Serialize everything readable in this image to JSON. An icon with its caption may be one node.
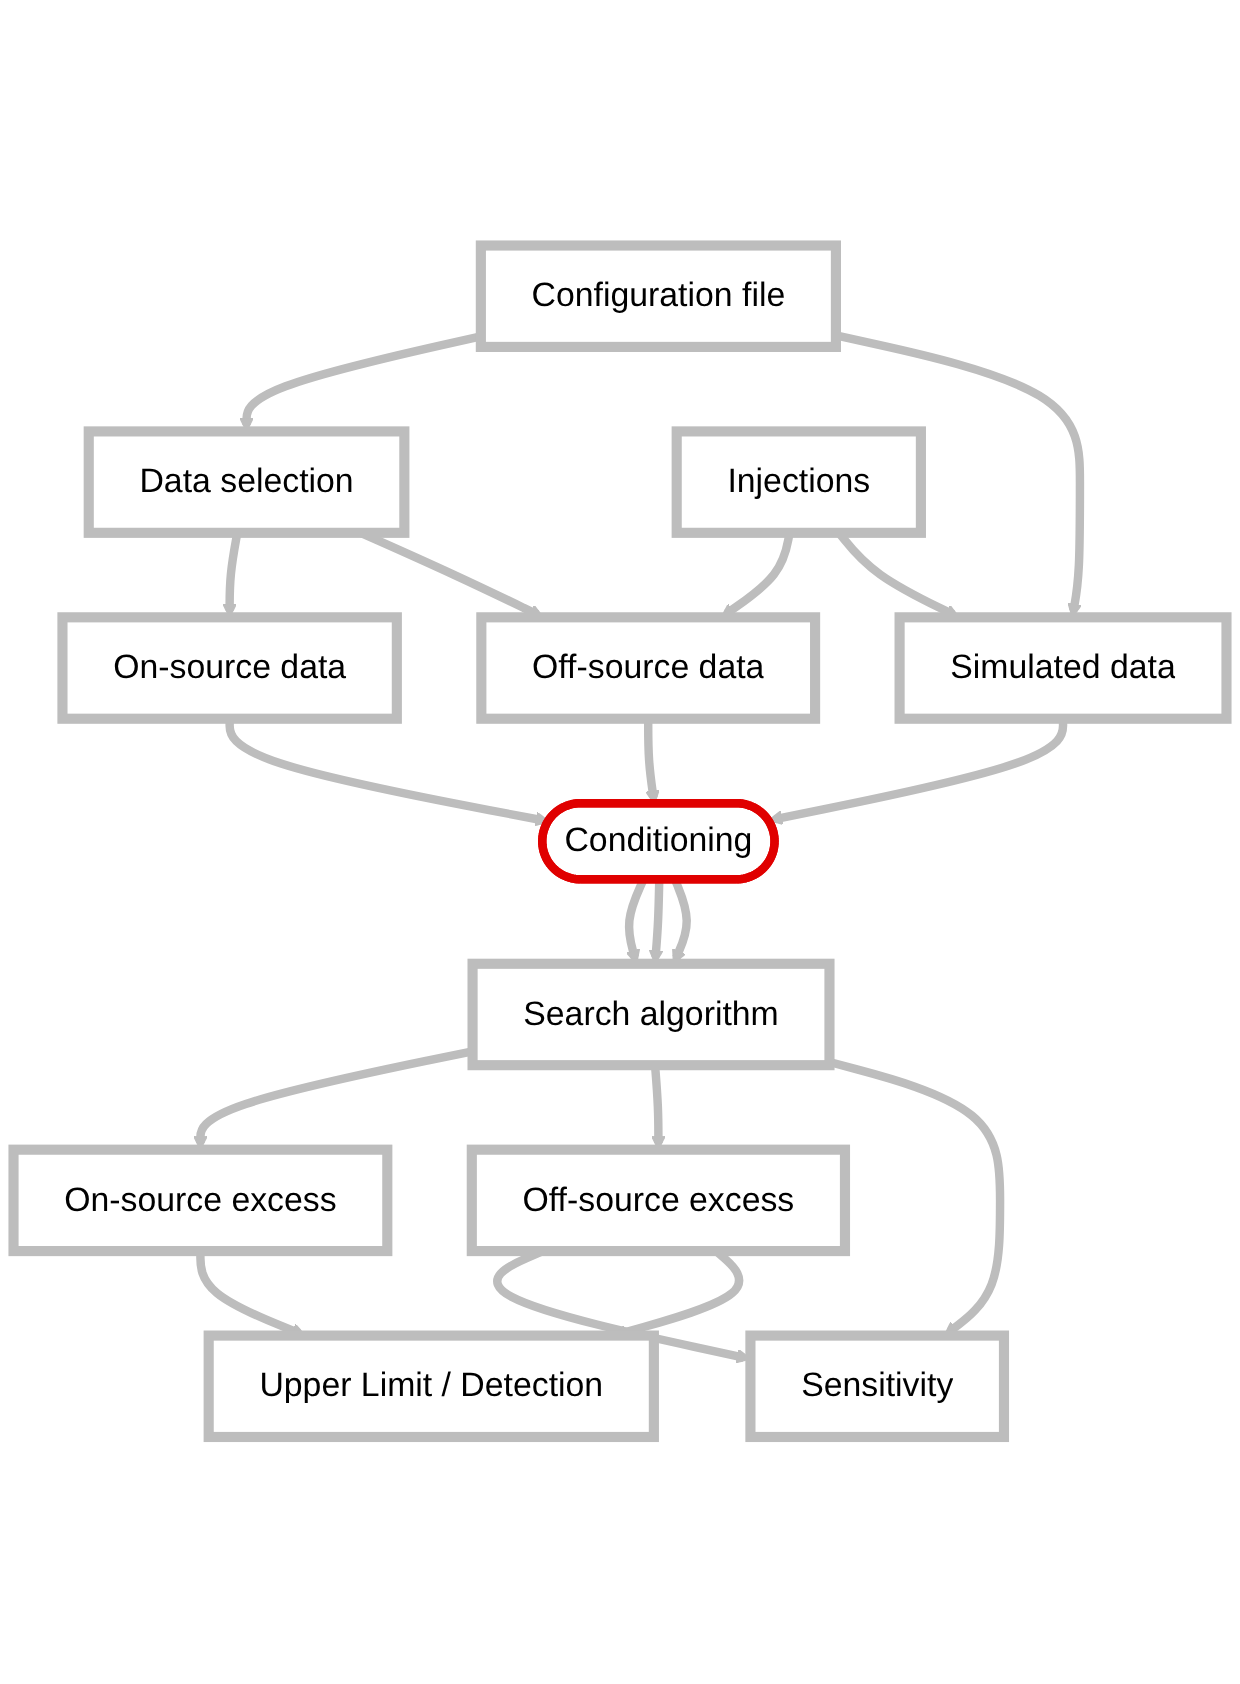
{
  "diagram": {
    "nodes": [
      {
        "text": [
          "Configuration file"
        ]
      },
      {
        "text": [
          "Data selection"
        ]
      },
      {
        "text": [
          "Injections"
        ]
      },
      {
        "text": [
          "On-source data"
        ]
      },
      {
        "text": [
          "Off-source data"
        ]
      },
      {
        "text": [
          "Simulated data"
        ]
      },
      {
        "text": [
          "Conditioning"
        ]
      },
      {
        "text": [
          "Search algorithm"
        ]
      },
      {
        "text": [
          "On-source excess"
        ]
      },
      {
        "text": [
          "Off-source excess"
        ]
      },
      {
        "text": [
          "Sensitivity"
        ]
      },
      {
        "text": [
          "Upper Limit / Detection"
        ]
      }
    ],
    "edges": [
      {
        "from": 0,
        "to": 1,
        "arrow": "to"
      },
      {
        "from": 0,
        "to": 5,
        "arrow": "to"
      },
      {
        "from": 1,
        "to": 3,
        "arrow": "to"
      },
      {
        "from": 1,
        "to": 4,
        "arrow": "to"
      },
      {
        "from": 2,
        "to": 4,
        "arrow": "to"
      },
      {
        "from": 2,
        "to": 5,
        "arrow": "to"
      },
      {
        "from": 3,
        "to": 6,
        "arrow": "to"
      },
      {
        "from": 4,
        "to": 6,
        "arrow": "to"
      },
      {
        "from": 5,
        "to": 6,
        "arrow": "to"
      },
      {
        "from": 6,
        "to": 7,
        "arrow": "to"
      },
      {
        "from": 6,
        "to": 7,
        "arrow": "to"
      },
      {
        "from": 6,
        "to": 7,
        "arrow": "to"
      },
      {
        "from": 7,
        "to": 8,
        "arrow": "to"
      },
      {
        "from": 7,
        "to": 9,
        "arrow": "to"
      },
      {
        "from": 7,
        "to": 10,
        "arrow": "to"
      },
      {
        "from": 9,
        "to": 10,
        "arrow": "to"
      },
      {
        "from": 8,
        "to": 11,
        "arrow": "to"
      },
      {
        "from": 9,
        "to": 11,
        "arrow": "to"
      }
    ]
  }
}
